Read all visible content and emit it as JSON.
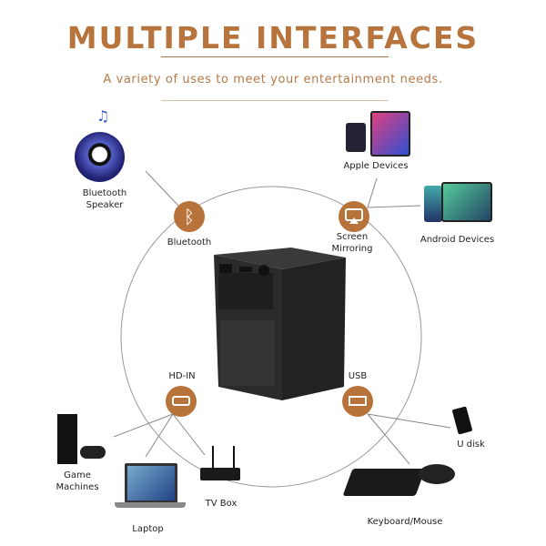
{
  "header": {
    "title": "MULTIPLE INTERFACES",
    "subtitle": "A variety of uses to meet your entertainment needs."
  },
  "nodes": {
    "bluetooth": "Bluetooth",
    "screen_mirroring_1": "Screen",
    "screen_mirroring_2": "Mirroring",
    "hdin": "HD-IN",
    "usb": "USB"
  },
  "devices": {
    "speaker_1": "Bluetooth",
    "speaker_2": "Speaker",
    "apple": "Apple Devices",
    "android": "Android Devices",
    "game_1": "Game",
    "game_2": "Machines",
    "laptop": "Laptop",
    "tvbox": "TV Box",
    "udisk": "U disk",
    "keyboard": "Keyboard/Mouse"
  },
  "colors": {
    "accent": "#b8733a"
  }
}
